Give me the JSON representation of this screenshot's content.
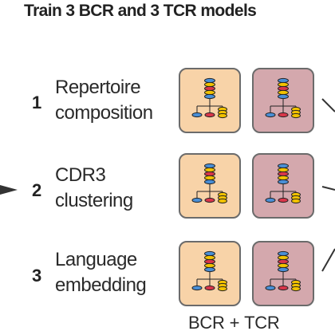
{
  "title": "Train 3 BCR and 3 TCR models",
  "rows": [
    {
      "number": "1",
      "line1": "Repertoire",
      "line2": "composition"
    },
    {
      "number": "2",
      "line1": "CDR3",
      "line2": "clustering"
    },
    {
      "number": "3",
      "line1": "Language",
      "line2": "embedding"
    }
  ],
  "footer": {
    "bcr": "BCR",
    "plus": "+",
    "tcr": "TCR"
  },
  "colors": {
    "bcr_card": "#f8d3a8",
    "tcr_card": "#d4a8ad",
    "stack_yellow": "#f2c200",
    "stack_red": "#d9364a",
    "stack_blue": "#4a8fd6",
    "line": "#333333"
  }
}
